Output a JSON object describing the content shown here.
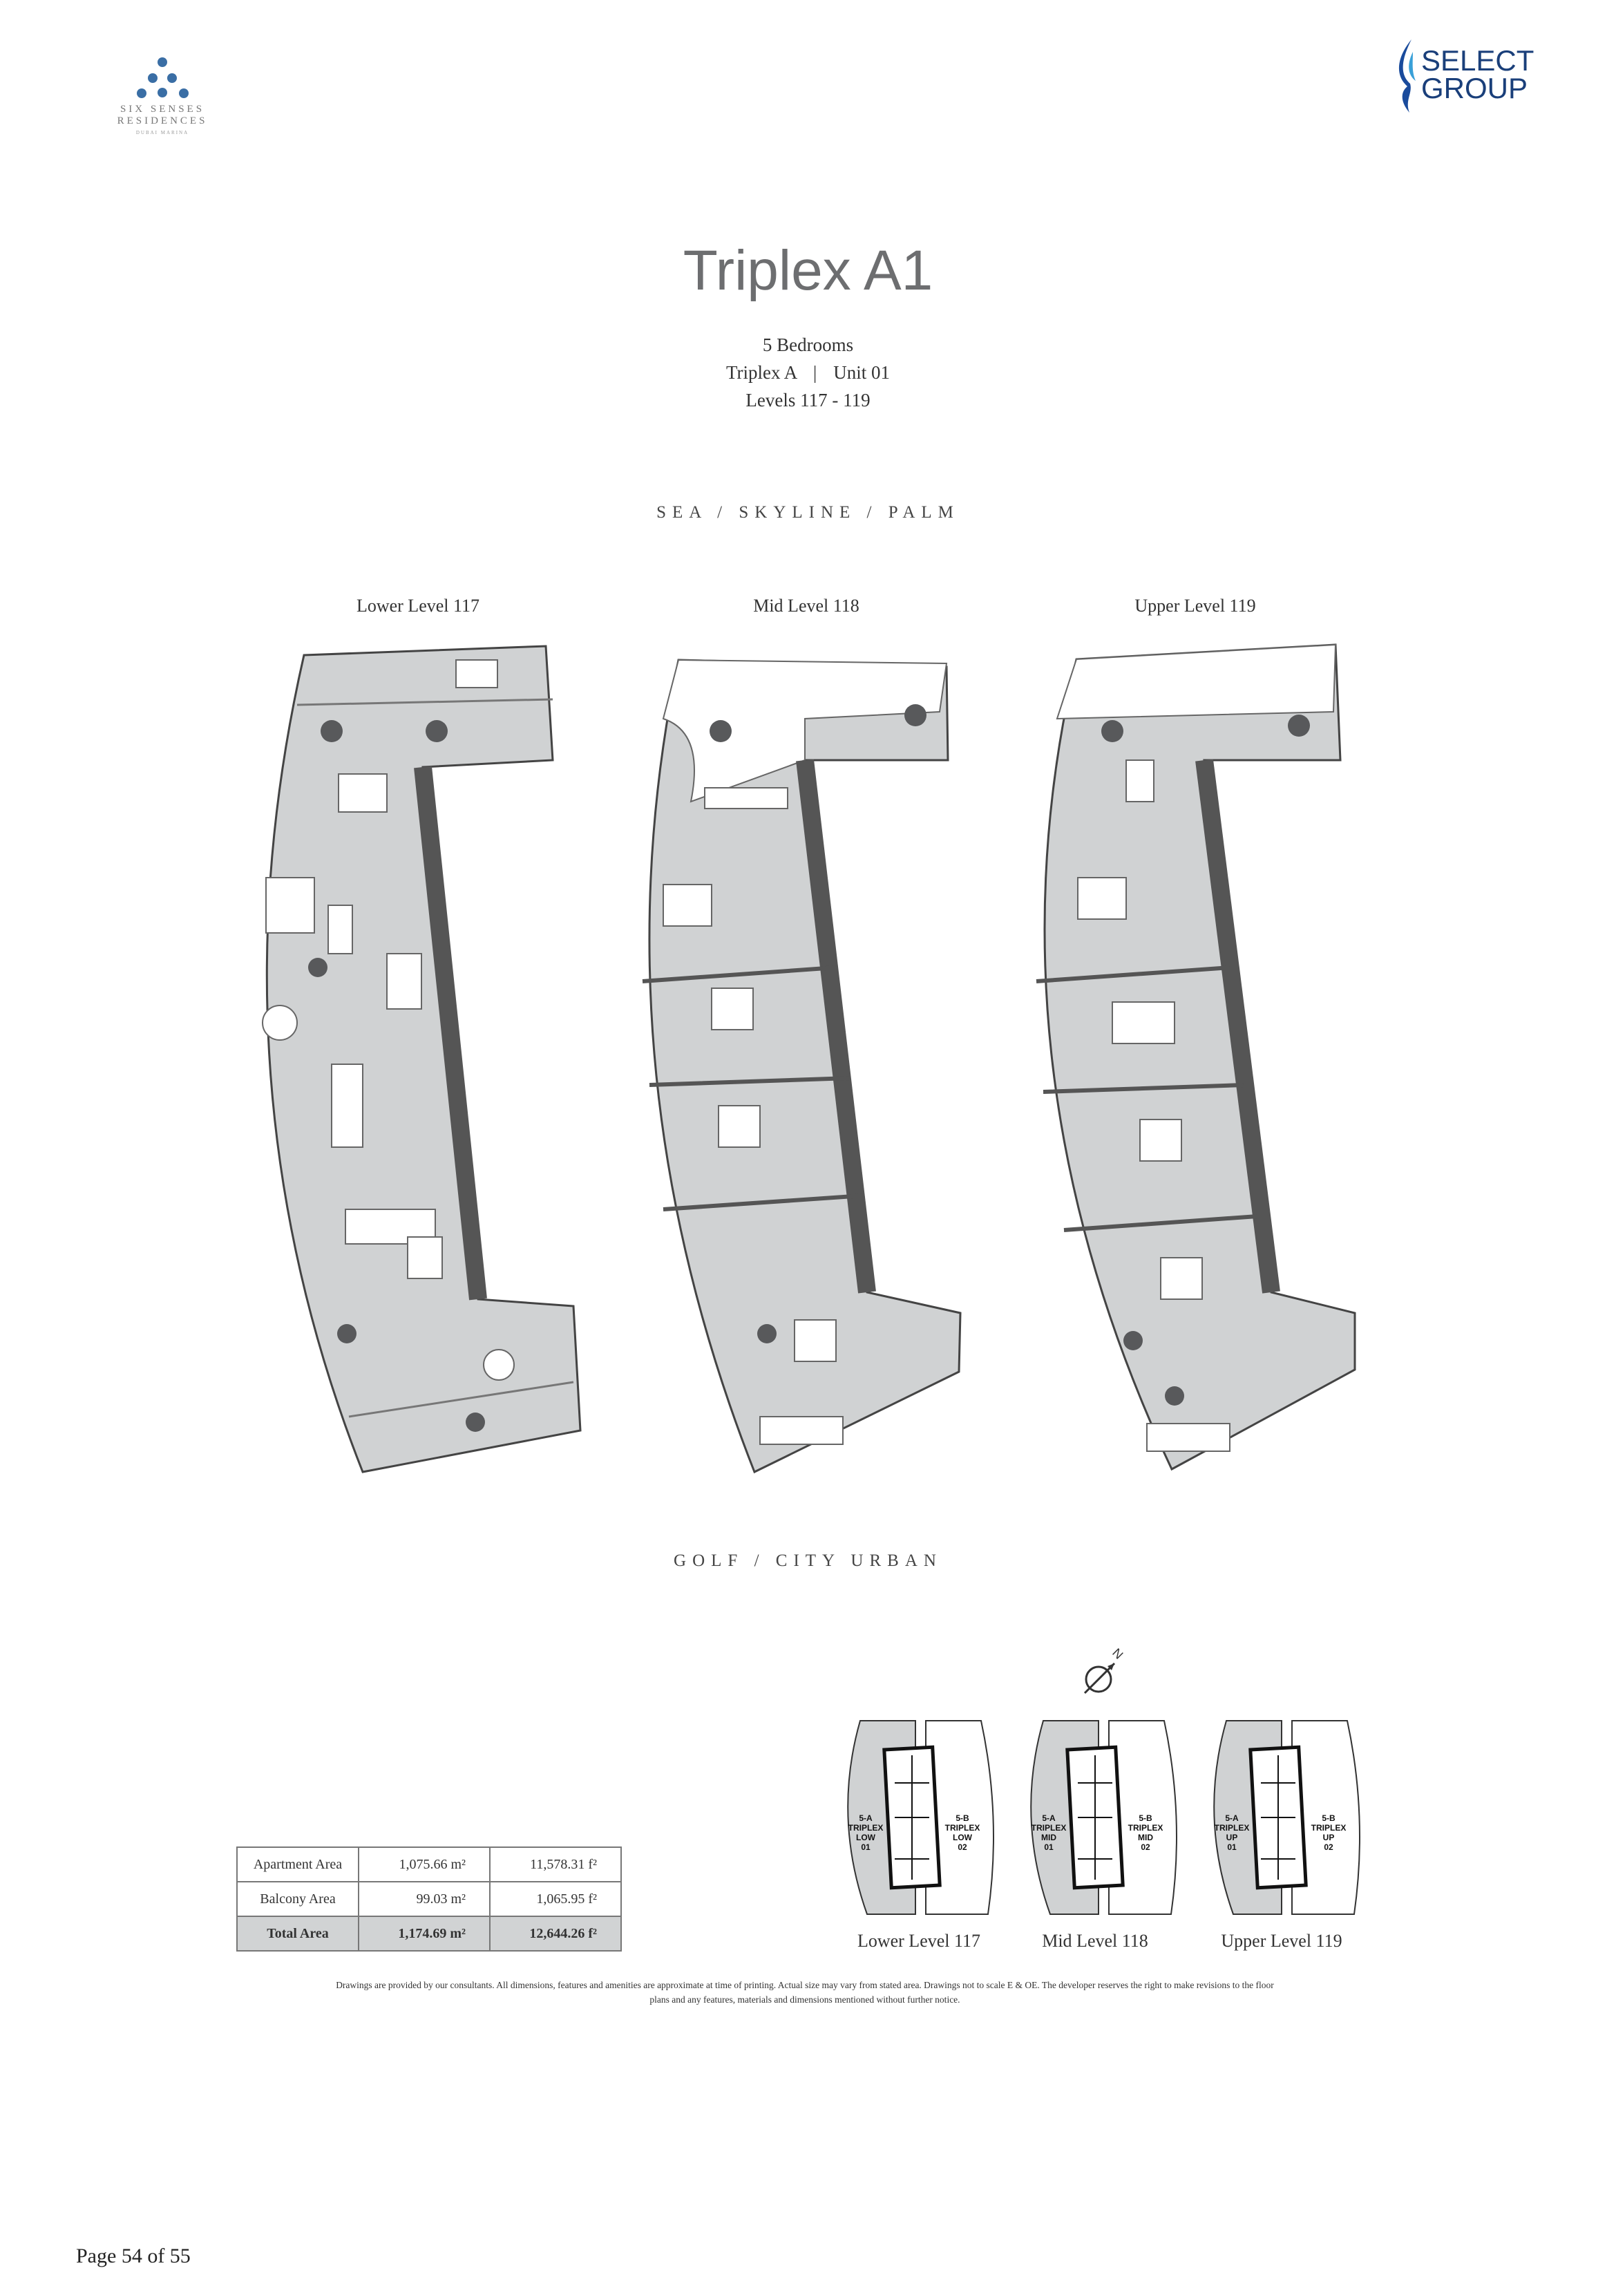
{
  "brand": {
    "left_logo": {
      "name": "SIX SENSES",
      "line2": "RESIDENCES",
      "line3": "DUBAI MARINA",
      "color": "#3a6ea5"
    },
    "right_logo": {
      "line1": "SELECT",
      "line2": "GROUP",
      "color": "#1a4b9c"
    }
  },
  "header": {
    "title": "Triplex A1",
    "bedrooms": "5 Bedrooms",
    "type": "Triplex A",
    "separator": "|",
    "unit": "Unit 01",
    "levels": "Levels 117 - 119"
  },
  "orientation": {
    "top": "SEA / SKYLINE / PALM",
    "bottom": "GOLF / CITY URBAN"
  },
  "plans": [
    {
      "label": "Lower Level 117"
    },
    {
      "label": "Mid Level 118"
    },
    {
      "label": "Upper Level 119"
    }
  ],
  "area_table": {
    "rows": [
      {
        "label": "Apartment Area",
        "sqm": "1,075.66 m²",
        "sqft": "11,578.31  f²"
      },
      {
        "label": "Balcony Area",
        "sqm": "99.03 m²",
        "sqft": "1,065.95  f²"
      },
      {
        "label": "Total Area",
        "sqm": "1,174.69 m²",
        "sqft": "12,644.26  f²"
      }
    ]
  },
  "compass": {
    "north": "N"
  },
  "key_plans": [
    {
      "label": "Lower Level 117",
      "a": [
        "5-A",
        "TRIPLEX",
        "LOW",
        "01"
      ],
      "b": [
        "5-B",
        "TRIPLEX",
        "LOW",
        "02"
      ]
    },
    {
      "label": "Mid Level 118",
      "a": [
        "5-A",
        "TRIPLEX",
        "MID",
        "01"
      ],
      "b": [
        "5-B",
        "TRIPLEX",
        "MID",
        "02"
      ]
    },
    {
      "label": "Upper Level 119",
      "a": [
        "5-A",
        "TRIPLEX",
        "UP",
        "01"
      ],
      "b": [
        "5-B",
        "TRIPLEX",
        "UP",
        "02"
      ]
    }
  ],
  "disclaimer": {
    "line1": "Drawings are provided by our consultants. All dimensions, features and amenities are approximate at time of printing.  Actual size may vary from stated area. Drawings not to scale E & OE. The developer reserves the right to make revisions to the floor",
    "line2": "plans and any features, materials and dimensions mentioned without further notice."
  },
  "footer": {
    "page": "Page 54 of 55"
  }
}
